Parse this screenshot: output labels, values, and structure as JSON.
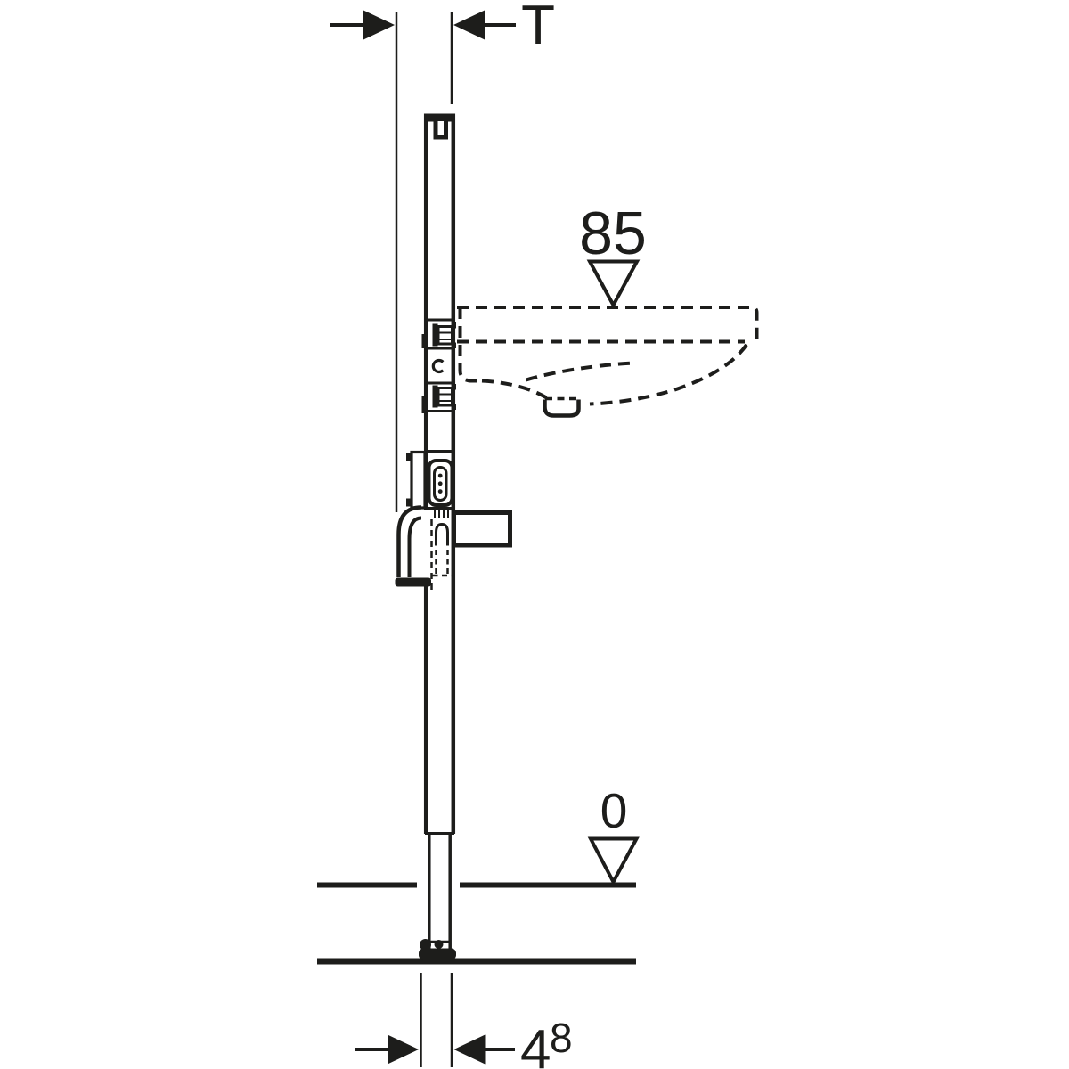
{
  "page": {
    "background_color": "#ffffff"
  },
  "drawing": {
    "line_color": "#1d1d1b",
    "labels": {
      "depth_dimension": "T",
      "basin_rim_height": "85",
      "floor_zero_level": "0",
      "foot_adjust_base": "4",
      "foot_adjust_sup": "8"
    }
  }
}
